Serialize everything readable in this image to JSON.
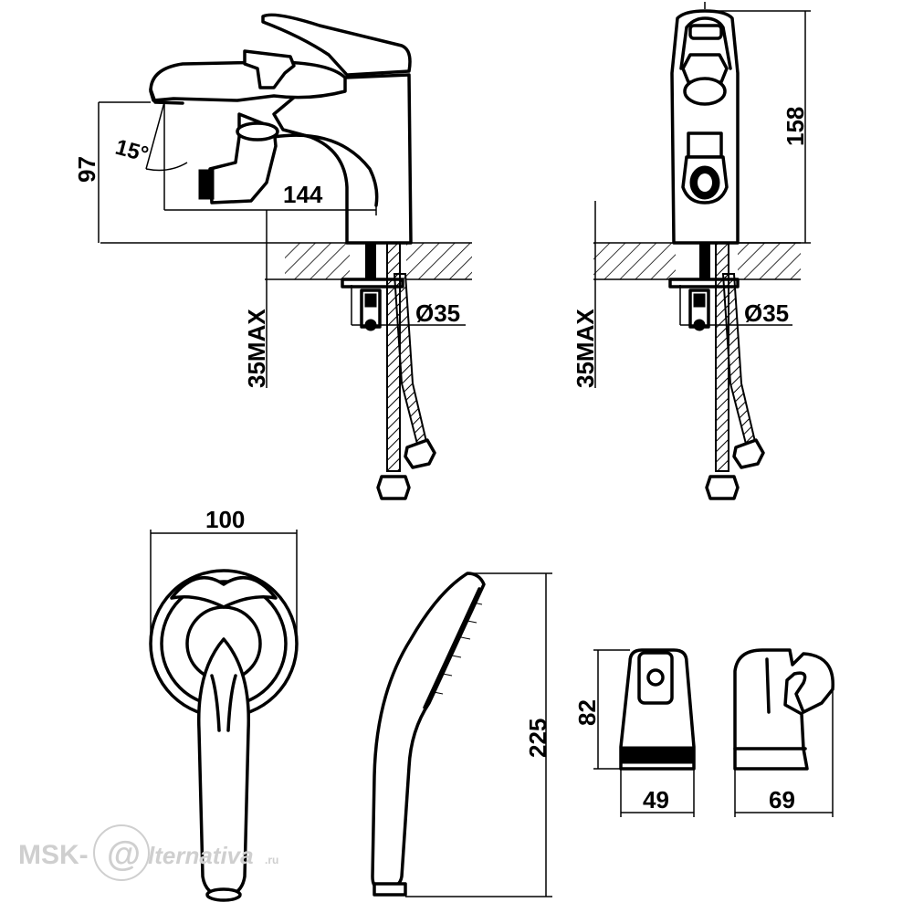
{
  "dimensions": {
    "spout_depth": "144",
    "spout_height": "97",
    "angle": "15°",
    "total_height": "158",
    "hole_diameter_side": "Ø35",
    "hole_diameter_front": "Ø35",
    "max_thickness_side": "35MAX",
    "max_thickness_front": "35MAX",
    "shower_head_width": "100",
    "shower_length": "225",
    "holder_height": "82",
    "holder_width": "49",
    "holder_depth": "69"
  },
  "watermark": {
    "prefix": "MSK-",
    "symbol": "@",
    "suffix": "lternativa",
    "domain": ".ru"
  },
  "colors": {
    "line": "#000000",
    "watermark": "#cfcfcf"
  }
}
